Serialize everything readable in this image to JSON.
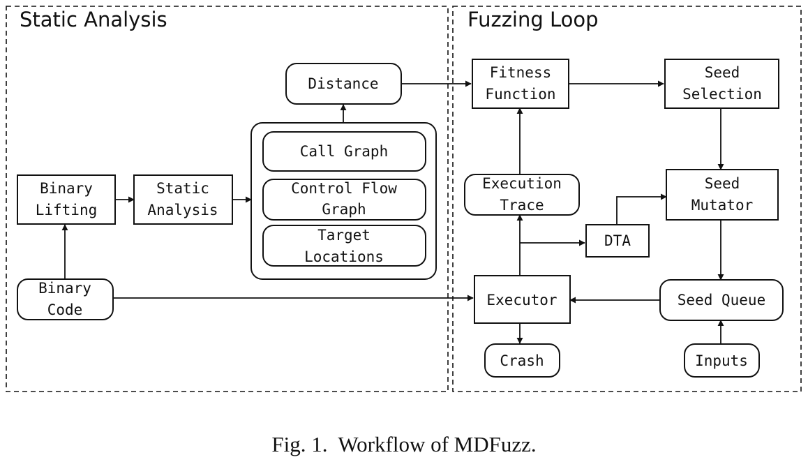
{
  "panels": {
    "static": {
      "title": "Static Analysis"
    },
    "fuzzing": {
      "title": "Fuzzing Loop"
    }
  },
  "nodes": {
    "binary_lifting": {
      "lines": [
        "Binary",
        "Lifting"
      ]
    },
    "static_analysis": {
      "lines": [
        "Static",
        "Analysis"
      ]
    },
    "call_graph": {
      "lines": [
        "Call Graph"
      ]
    },
    "control_flow_graph": {
      "lines": [
        "Control Flow",
        "Graph"
      ]
    },
    "target_locations": {
      "lines": [
        "Target",
        "Locations"
      ]
    },
    "distance": {
      "lines": [
        "Distance"
      ]
    },
    "binary_code": {
      "lines": [
        "Binary",
        "Code"
      ]
    },
    "fitness_function": {
      "lines": [
        "Fitness",
        "Function"
      ]
    },
    "seed_selection": {
      "lines": [
        "Seed",
        "Selection"
      ]
    },
    "execution_trace": {
      "lines": [
        "Execution",
        "Trace"
      ]
    },
    "seed_mutator": {
      "lines": [
        "Seed",
        "Mutator"
      ]
    },
    "dta": {
      "lines": [
        "DTA"
      ]
    },
    "executor": {
      "lines": [
        "Executor"
      ]
    },
    "seed_queue": {
      "lines": [
        "Seed Queue"
      ]
    },
    "crash": {
      "lines": [
        "Crash"
      ]
    },
    "inputs": {
      "lines": [
        "Inputs"
      ]
    }
  },
  "caption": "Fig. 1.  Workflow of MDFuzz."
}
